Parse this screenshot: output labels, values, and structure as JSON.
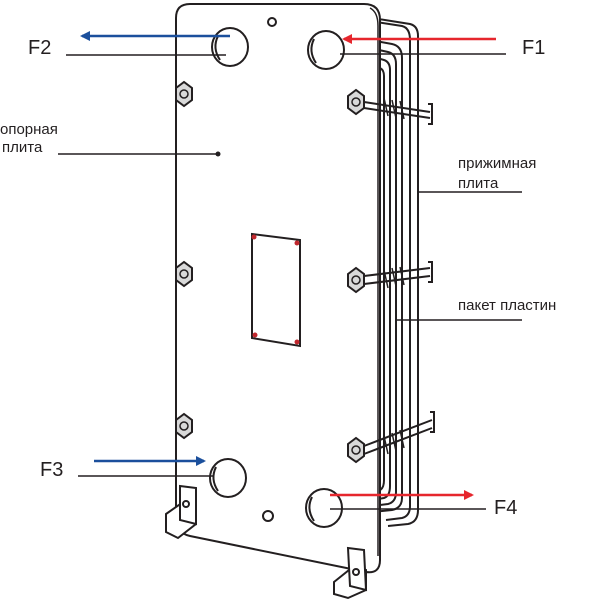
{
  "colors": {
    "outline": "#231f20",
    "hot_arrow": "#e6262d",
    "cold_arrow": "#1b4f9c",
    "bolt_fill": "#d9d9d9",
    "red_dot": "#c0272d"
  },
  "ports": {
    "f1": "F1",
    "f2": "F2",
    "f3": "F3",
    "f4": "F4"
  },
  "labels": {
    "support_plate_line1": "опорная",
    "support_plate_line2": "плита",
    "pressure_plate_line1": "прижимная",
    "pressure_plate_line2": "плита",
    "plate_pack": "пакет пластин"
  }
}
